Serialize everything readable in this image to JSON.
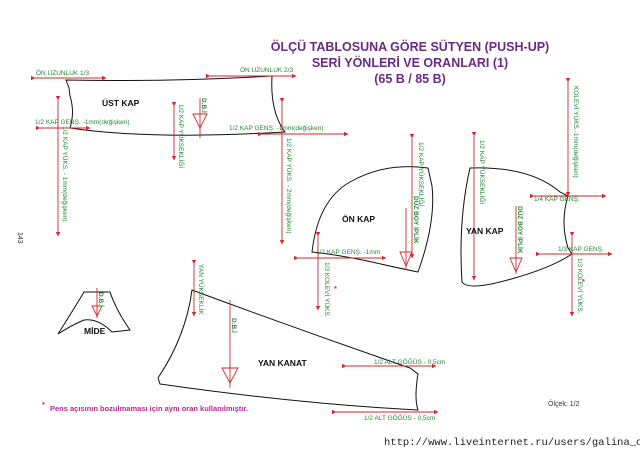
{
  "title": {
    "line1": "ÖLÇÜ TABLOSUNA GÖRE SÜTYEN (PUSH-UP)",
    "line2": "SERİ YÖNLERİ VE ORANLARI (1)",
    "line3": "(65 B  /  85 B)"
  },
  "page_number": "143",
  "pieces": {
    "ust_kap": "ÜST KAP",
    "on_kap": "ÖN KAP",
    "yan_kap": "YAN KAP",
    "yan_kanat": "YAN KANAT",
    "mide": "MİDE"
  },
  "labels": {
    "on_uzunluk_1_3": "ÖN UZUNLUK 1/3",
    "on_uzunluk_2_3": "ÖN UZUNLUK 2/3",
    "kap_gens_left": "1/2 KAP GENŞ. -1mm(değişken)",
    "kap_gens_right": "1/2 KAP GENŞ. -1mm(değişken)",
    "kap_yuks_left": "1/2 KAP YÜKS. - 1mm(değişken)",
    "kap_yuks_right": "1/2 KAP YÜKS. - 2mm(değişken)",
    "kap_yukseklik_ust": "1/2 KAP YÜKSEKLİĞİ",
    "dbi_ust": "D.B.İ",
    "kap_yukseklik_on": "1/2 KAP YÜKSEKLİĞİ",
    "duz_boy_iplik_on": "DÜZ BOY İPLİK",
    "kap_gens_on": "1/2 KAP GENŞ. -1mm",
    "kolevi_yuks_on": "1/3 KOLEVİ YÜKS.",
    "kap_yukseklik_yan": "1/2 KAP YÜKSEKLİĞİ",
    "duz_boy_iplik_yan": "DÜZ BOY İPLİK",
    "kolevi_yuks_top": "KOLEVİ YÜKS.-1mm(değişken)",
    "kap_gens_yan_top": "1/4 KAP GENŞ.",
    "kap_gens_yan_bottom": "1/3 KAP GENŞ.",
    "kolevi_yuks_yan": "1/3 KOLEVİ YÜKS.",
    "yan_yukseklik": "YAN YÜKSEKLİK",
    "dbi_kanat": "D.B.İ",
    "alt_gogus_1": "1/2 ALT GÖĞÜS - 0,5cm",
    "alt_gogus_2": "1/2 ALT GÖĞÜS - 0,5cm",
    "dbi_mide": "D.B.İ"
  },
  "note": "Pens açısının bozulmaması için aynı oran kullanılmıştır.",
  "note_mark": "*",
  "scale": "Ölçek: 1/2",
  "watermark": "http://www.liveinternet.ru/users/galina_o/",
  "colors": {
    "title": "#6a2a86",
    "annotation": "#1f8a34",
    "arrow": "#d9262b",
    "note": "#c2248f"
  }
}
